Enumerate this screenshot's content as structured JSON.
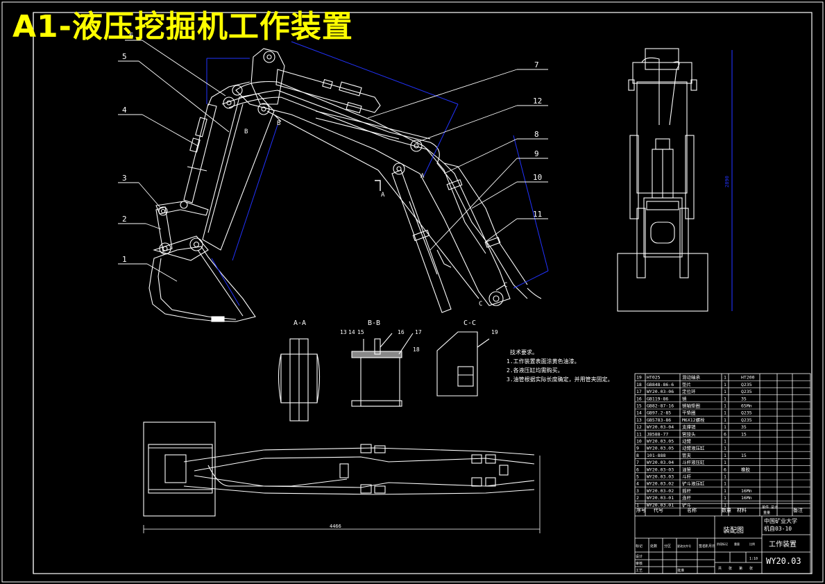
{
  "title": "A1-液压挖掘机工作装置",
  "callouts": [
    "1",
    "2",
    "3",
    "4",
    "5",
    "6",
    "7",
    "8",
    "9",
    "10",
    "11",
    "12"
  ],
  "section_marks": {
    "a": "A",
    "b": "B",
    "c": "C"
  },
  "section_views": {
    "aa": "A-A",
    "bb": "B-B",
    "cc": "C-C",
    "bb_labels": [
      "13",
      "14",
      "15",
      "16",
      "17",
      "18"
    ],
    "cc_label": "19"
  },
  "notes": {
    "heading": "技术要求。",
    "items": [
      "1.工作装置表面涂黄色油漆。",
      "2.各液压缸均需购买。",
      "3.油管根据实际长度确定，并用管夹固定。"
    ]
  },
  "dimensions": {
    "overall_length": "4466",
    "height": "2890"
  },
  "bom": {
    "rows": [
      {
        "no": "19",
        "code": "HT025",
        "name": "滑动轴承",
        "qty": "1",
        "material": "HT200"
      },
      {
        "no": "18",
        "code": "GB848-86-6",
        "name": "垫片",
        "qty": "1",
        "material": "Q235"
      },
      {
        "no": "17",
        "code": "WY20.03-06",
        "name": "定位环",
        "qty": "1",
        "material": "Q235"
      },
      {
        "no": "16",
        "code": "GB119-86",
        "name": "销",
        "qty": "1",
        "material": "35"
      },
      {
        "no": "15",
        "code": "GB82-87-16",
        "name": "销轴垫圈",
        "qty": "1",
        "material": "65Mn"
      },
      {
        "no": "14",
        "code": "GB97.2-85",
        "name": "平垫圈",
        "qty": "1",
        "material": "Q235"
      },
      {
        "no": "13",
        "code": "GB5783-86",
        "name": "M6X12螺栓",
        "qty": "1",
        "material": "Q235"
      },
      {
        "no": "12",
        "code": "WY20.03-04",
        "name": "支撑销",
        "qty": "1",
        "material": "35"
      },
      {
        "no": "11",
        "code": "JB588-77",
        "name": "管接头",
        "qty": "6",
        "material": "15"
      },
      {
        "no": "10",
        "code": "WY20.03.05",
        "name": "动臂",
        "qty": "1",
        "material": ""
      },
      {
        "no": "9",
        "code": "WY20.03.05",
        "name": "动臂液压缸",
        "qty": "1",
        "material": ""
      },
      {
        "no": "8",
        "code": "101-888",
        "name": "管夹",
        "qty": "1",
        "material": "15"
      },
      {
        "no": "7",
        "code": "WY20.03.04",
        "name": "斗杆液压缸",
        "qty": "1",
        "material": ""
      },
      {
        "no": "6",
        "code": "WY20.03-03",
        "name": "油管",
        "qty": "6",
        "material": "橡胶"
      },
      {
        "no": "5",
        "code": "WY20.03.03",
        "name": "斗杆",
        "qty": "1",
        "material": ""
      },
      {
        "no": "4",
        "code": "WY20.03.02",
        "name": "铲斗液压缸",
        "qty": "1",
        "material": ""
      },
      {
        "no": "3",
        "code": "WY20.03-02",
        "name": "摇杆",
        "qty": "1",
        "material": "16Mn"
      },
      {
        "no": "2",
        "code": "WY20.03-01",
        "name": "连杆",
        "qty": "1",
        "material": "16Mn"
      },
      {
        "no": "1",
        "code": "WY20.03.01",
        "name": "铲斗",
        "qty": "1",
        "material": ""
      }
    ],
    "header": {
      "no": "序号",
      "code": "代号",
      "name": "名称",
      "qty": "数量",
      "material": "材料",
      "remark": "备注",
      "unit_weight": "单件 总计",
      "weight": "重量"
    }
  },
  "title_block": {
    "assembly": "装配图",
    "school": "中国矿业大学",
    "class": "机自03-10",
    "part_name": "工作装置",
    "drawing_no": "WY20.03",
    "scale": "1:10",
    "row_labels": [
      "标记",
      "处数",
      "分区",
      "更改文件号",
      "签名",
      "年月日"
    ],
    "role_labels": [
      "设计",
      "审核",
      "工艺",
      "批准"
    ],
    "stage_labels": [
      "阶段标记",
      "重量",
      "比例"
    ],
    "sheet": [
      "共",
      "张",
      "第",
      "张"
    ]
  }
}
